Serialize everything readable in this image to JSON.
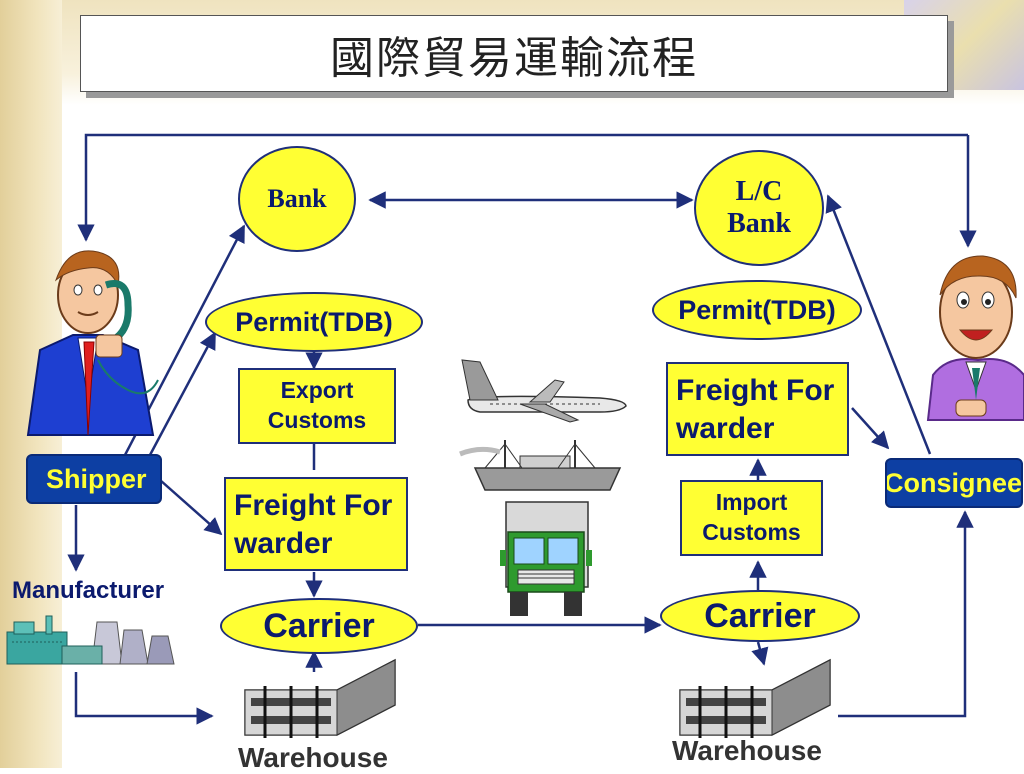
{
  "title": "國際貿易運輸流程",
  "nodes": {
    "bank": "Bank",
    "lc_bank": "L/C Bank",
    "permit_left": "Permit(TDB)",
    "permit_right": "Permit(TDB)",
    "export_customs": "Export Customs",
    "import_customs": "Import Customs",
    "ff_left": "Freight Forwarder",
    "ff_right": "Freight Forwarder",
    "carrier_left": "Carrier",
    "carrier_right": "Carrier",
    "shipper": "Shipper",
    "consignee": "Consignee",
    "manufacturer": "Manufacturer",
    "warehouse_left": "Warehouse",
    "warehouse_right": "Warehouse"
  },
  "colors": {
    "node_fill": "#ffff33",
    "node_text": "#0b1a6e",
    "arrow": "#1f2f7a",
    "party_fill": "#0d3fa3",
    "party_text": "#ffff33"
  },
  "icons": [
    "man-on-phone-icon",
    "smiling-man-icon",
    "airplane-icon",
    "ship-icon",
    "truck-icon",
    "factory-icon",
    "warehouse-icon"
  ]
}
